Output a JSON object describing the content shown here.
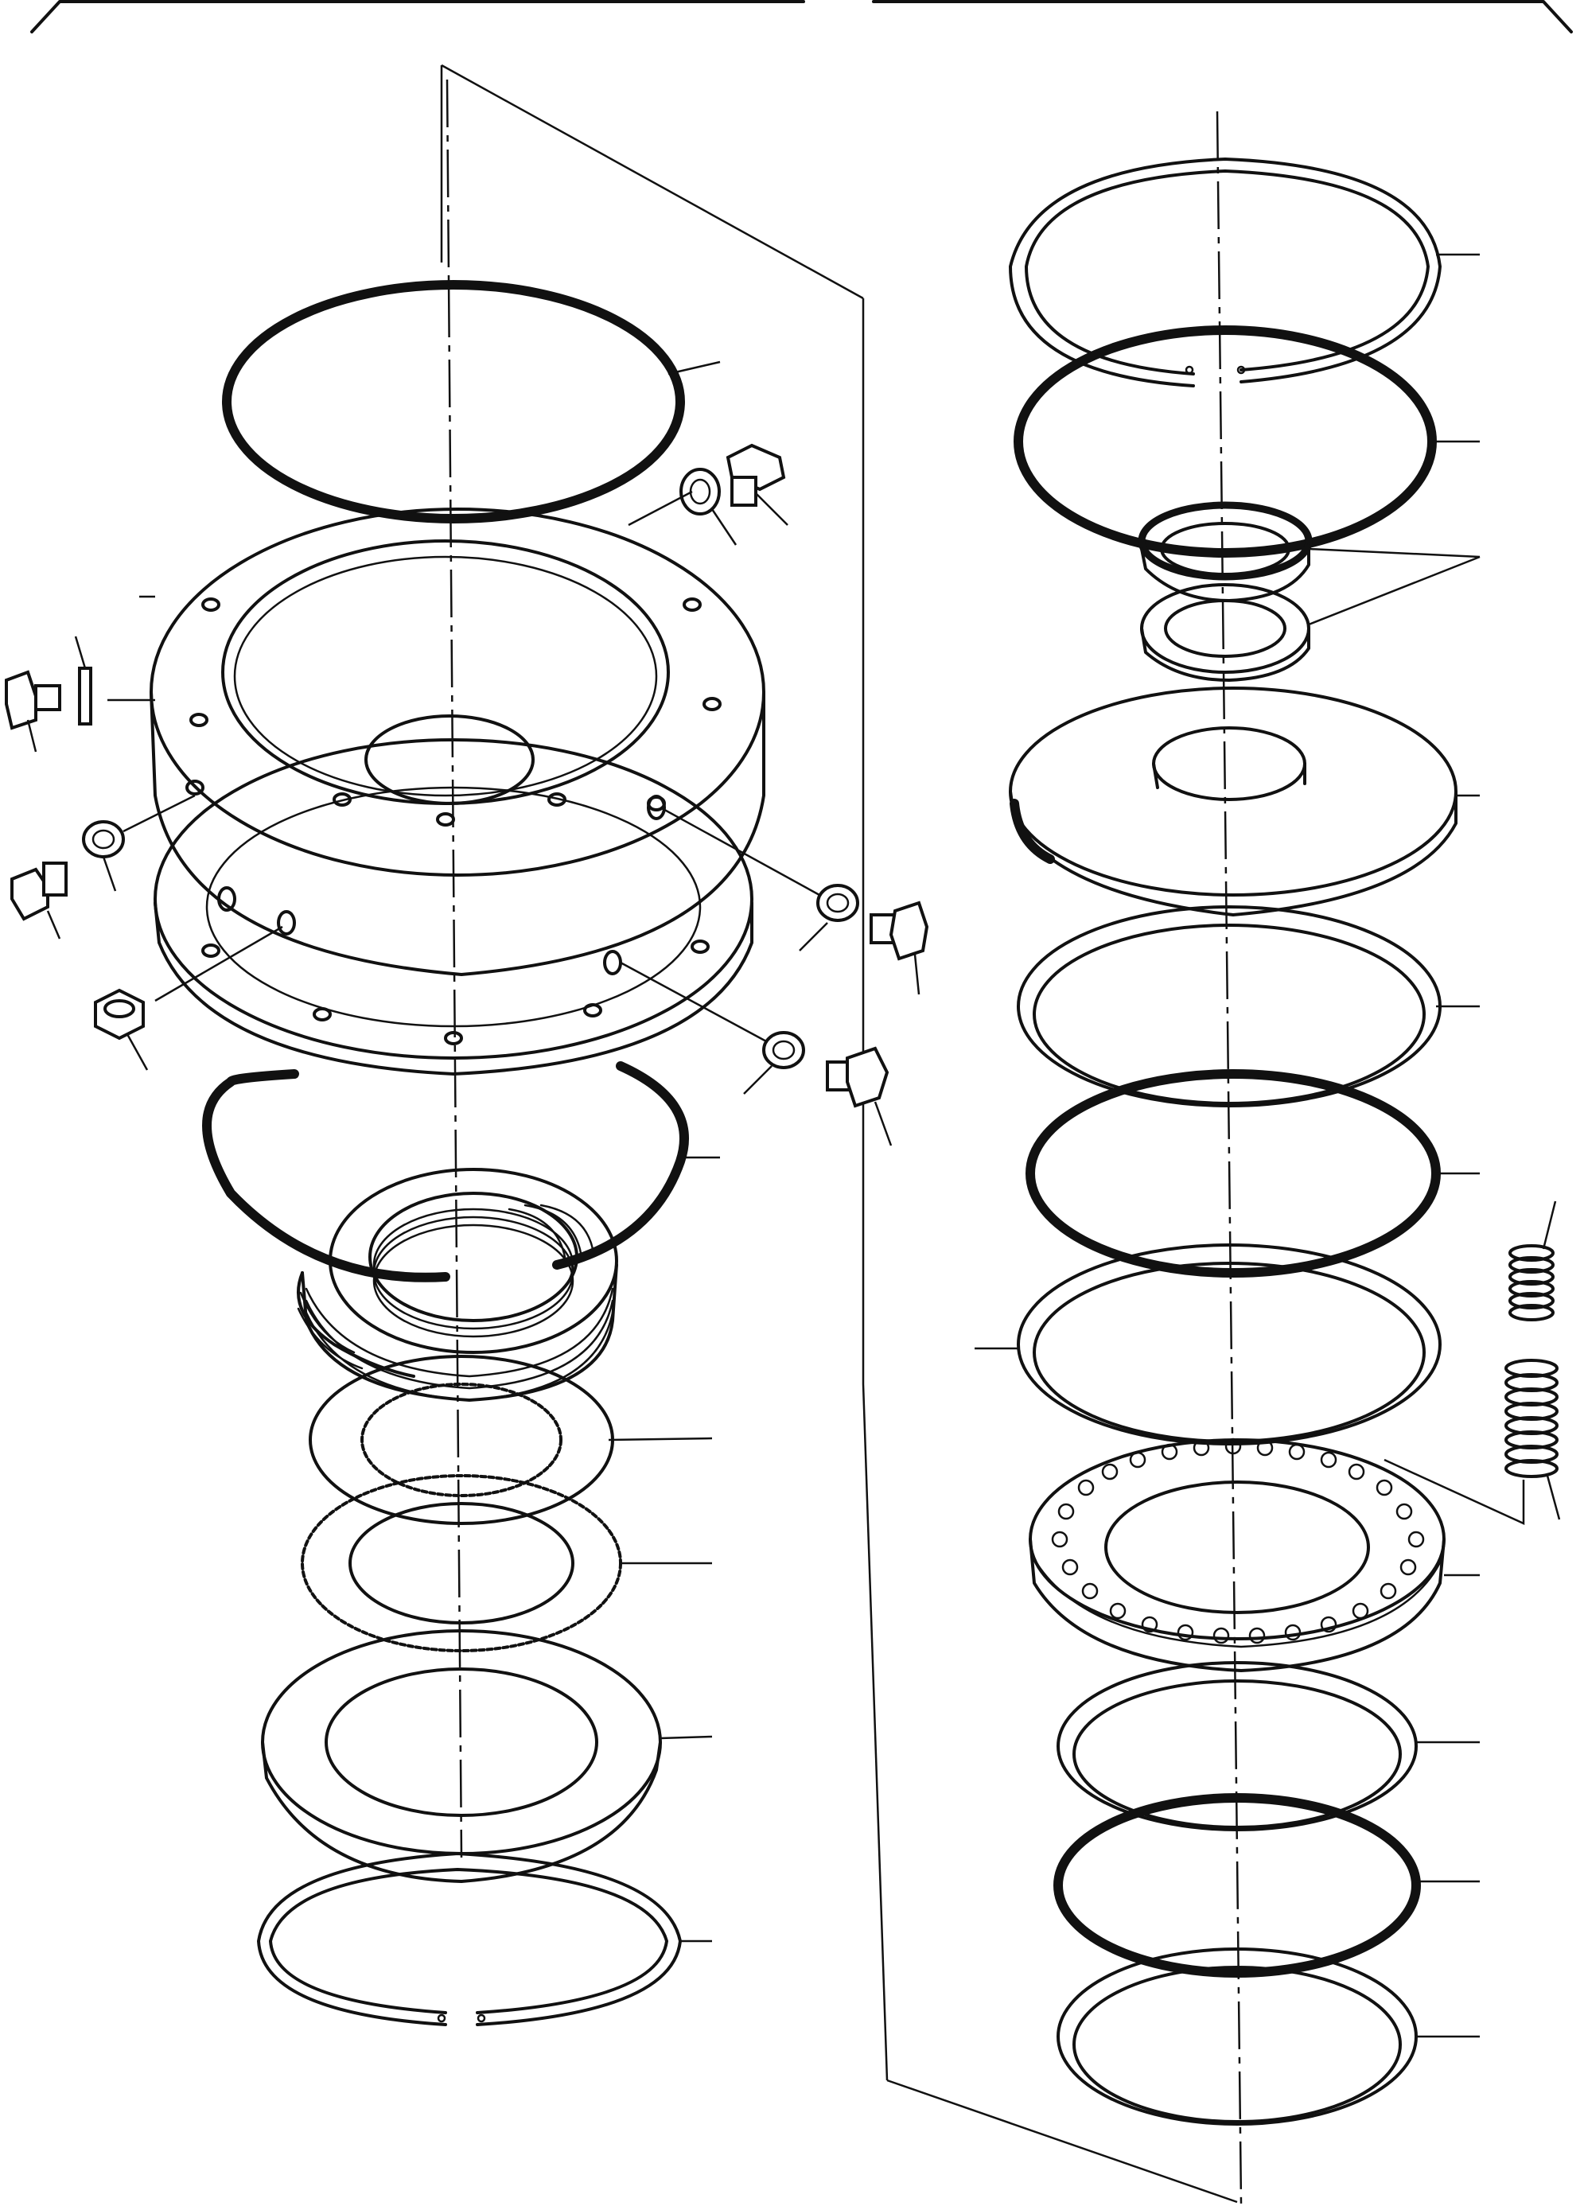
{
  "diagram": {
    "kind": "exploded-parts-drawing",
    "ink_color": "#111111",
    "paper_color": "#ffffff",
    "left_group": {
      "components": [
        "o-ring-top",
        "housing",
        "plug-upper-right",
        "washer-upper-right",
        "plug-upper-left",
        "washer-upper-left",
        "plug-mid-left",
        "washer-mid-left",
        "plug-lower-left",
        "plug-mid-right",
        "washer-mid-right",
        "plug-lower-right",
        "washer-lower-right",
        "o-ring-large",
        "friction-disc-pack",
        "internal-tooth-disc",
        "external-tooth-disc",
        "thrust-ring",
        "snap-ring-bottom"
      ]
    },
    "right_group": {
      "components": [
        "snap-ring-top",
        "o-ring-top",
        "bearing-pair",
        "piston-plate",
        "backup-ring-upper",
        "o-ring-middle",
        "backup-ring-lower",
        "spring-piston",
        "spring-short",
        "spring-long",
        "seal-ring-lower",
        "o-ring-lower",
        "seal-ring-bottom"
      ]
    }
  }
}
